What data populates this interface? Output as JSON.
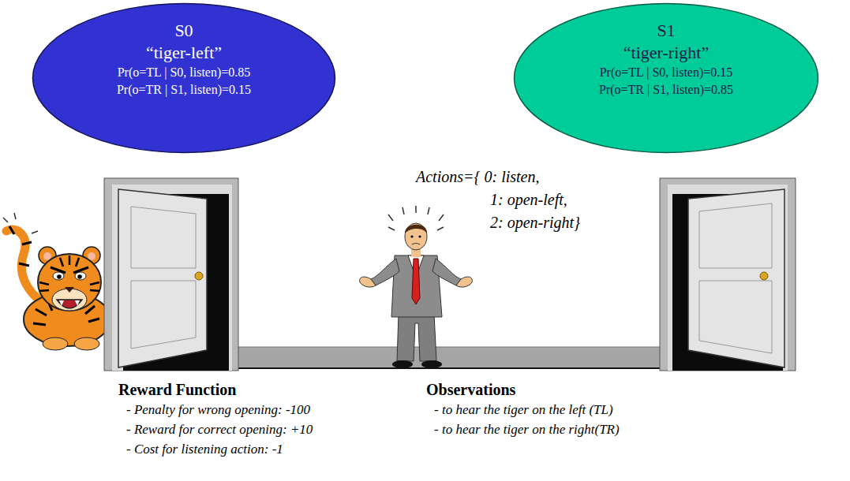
{
  "diagram": {
    "nodes": [
      {
        "text": [
          "S0",
          "“tiger-left”",
          "Pr(o=TL | S0, listen)=0.85",
          "Pr(o=TR | S1, listen)=0.15"
        ]
      },
      {
        "text": [
          "S1",
          "“tiger-right”",
          "Pr(o=TL | S0, listen)=0.15",
          "Pr(o=TR | S1, listen)=0.85"
        ]
      }
    ],
    "labels": [
      "Actions={ 0: listen,",
      "1: open-left,",
      "2: open-right}",
      "Reward Function",
      "- Penalty for wrong opening: -100",
      "- Reward for correct opening: +10",
      "- Cost for listening action: -1",
      "Observations",
      "- to hear the tiger on the left (TL)",
      "- to hear the tiger on the right(TR)"
    ]
  }
}
